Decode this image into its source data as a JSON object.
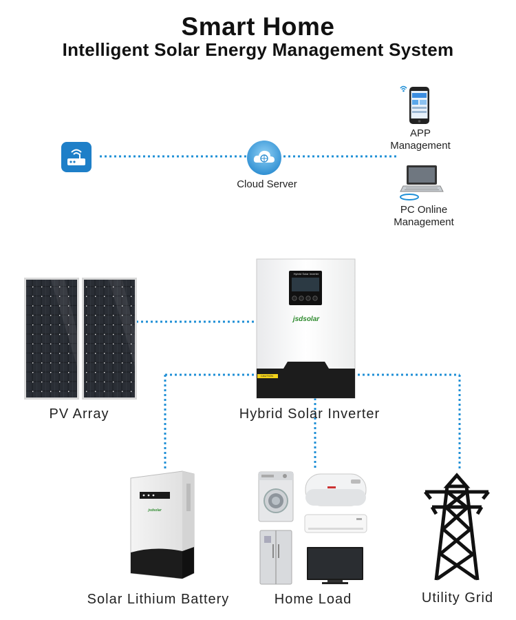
{
  "header": {
    "title": "Smart Home",
    "subtitle": "Intelligent Solar Energy Management System"
  },
  "nodes": {
    "cloud_server": "Cloud Server",
    "app_management_line1": "APP",
    "app_management_line2": "Management",
    "pc_management_line1": "PC Online",
    "pc_management_line2": "Management",
    "pv_array": "PV Array",
    "inverter": "Hybrid Solar Inverter",
    "battery": "Solar Lithium Battery",
    "home_load": "Home Load",
    "utility_grid": "Utility Grid"
  },
  "product_marks": {
    "inverter_display": "Hybrid Solar Inverter",
    "inverter_brand": "jsdsolar",
    "inverter_caution": "CAUTION",
    "battery_brand": "jsdsolar"
  },
  "colors": {
    "link_dots": "#1f8fd6",
    "router_icon_bg": "#1e7fc8",
    "cloud_icon_bg": "#3a9ad9"
  }
}
